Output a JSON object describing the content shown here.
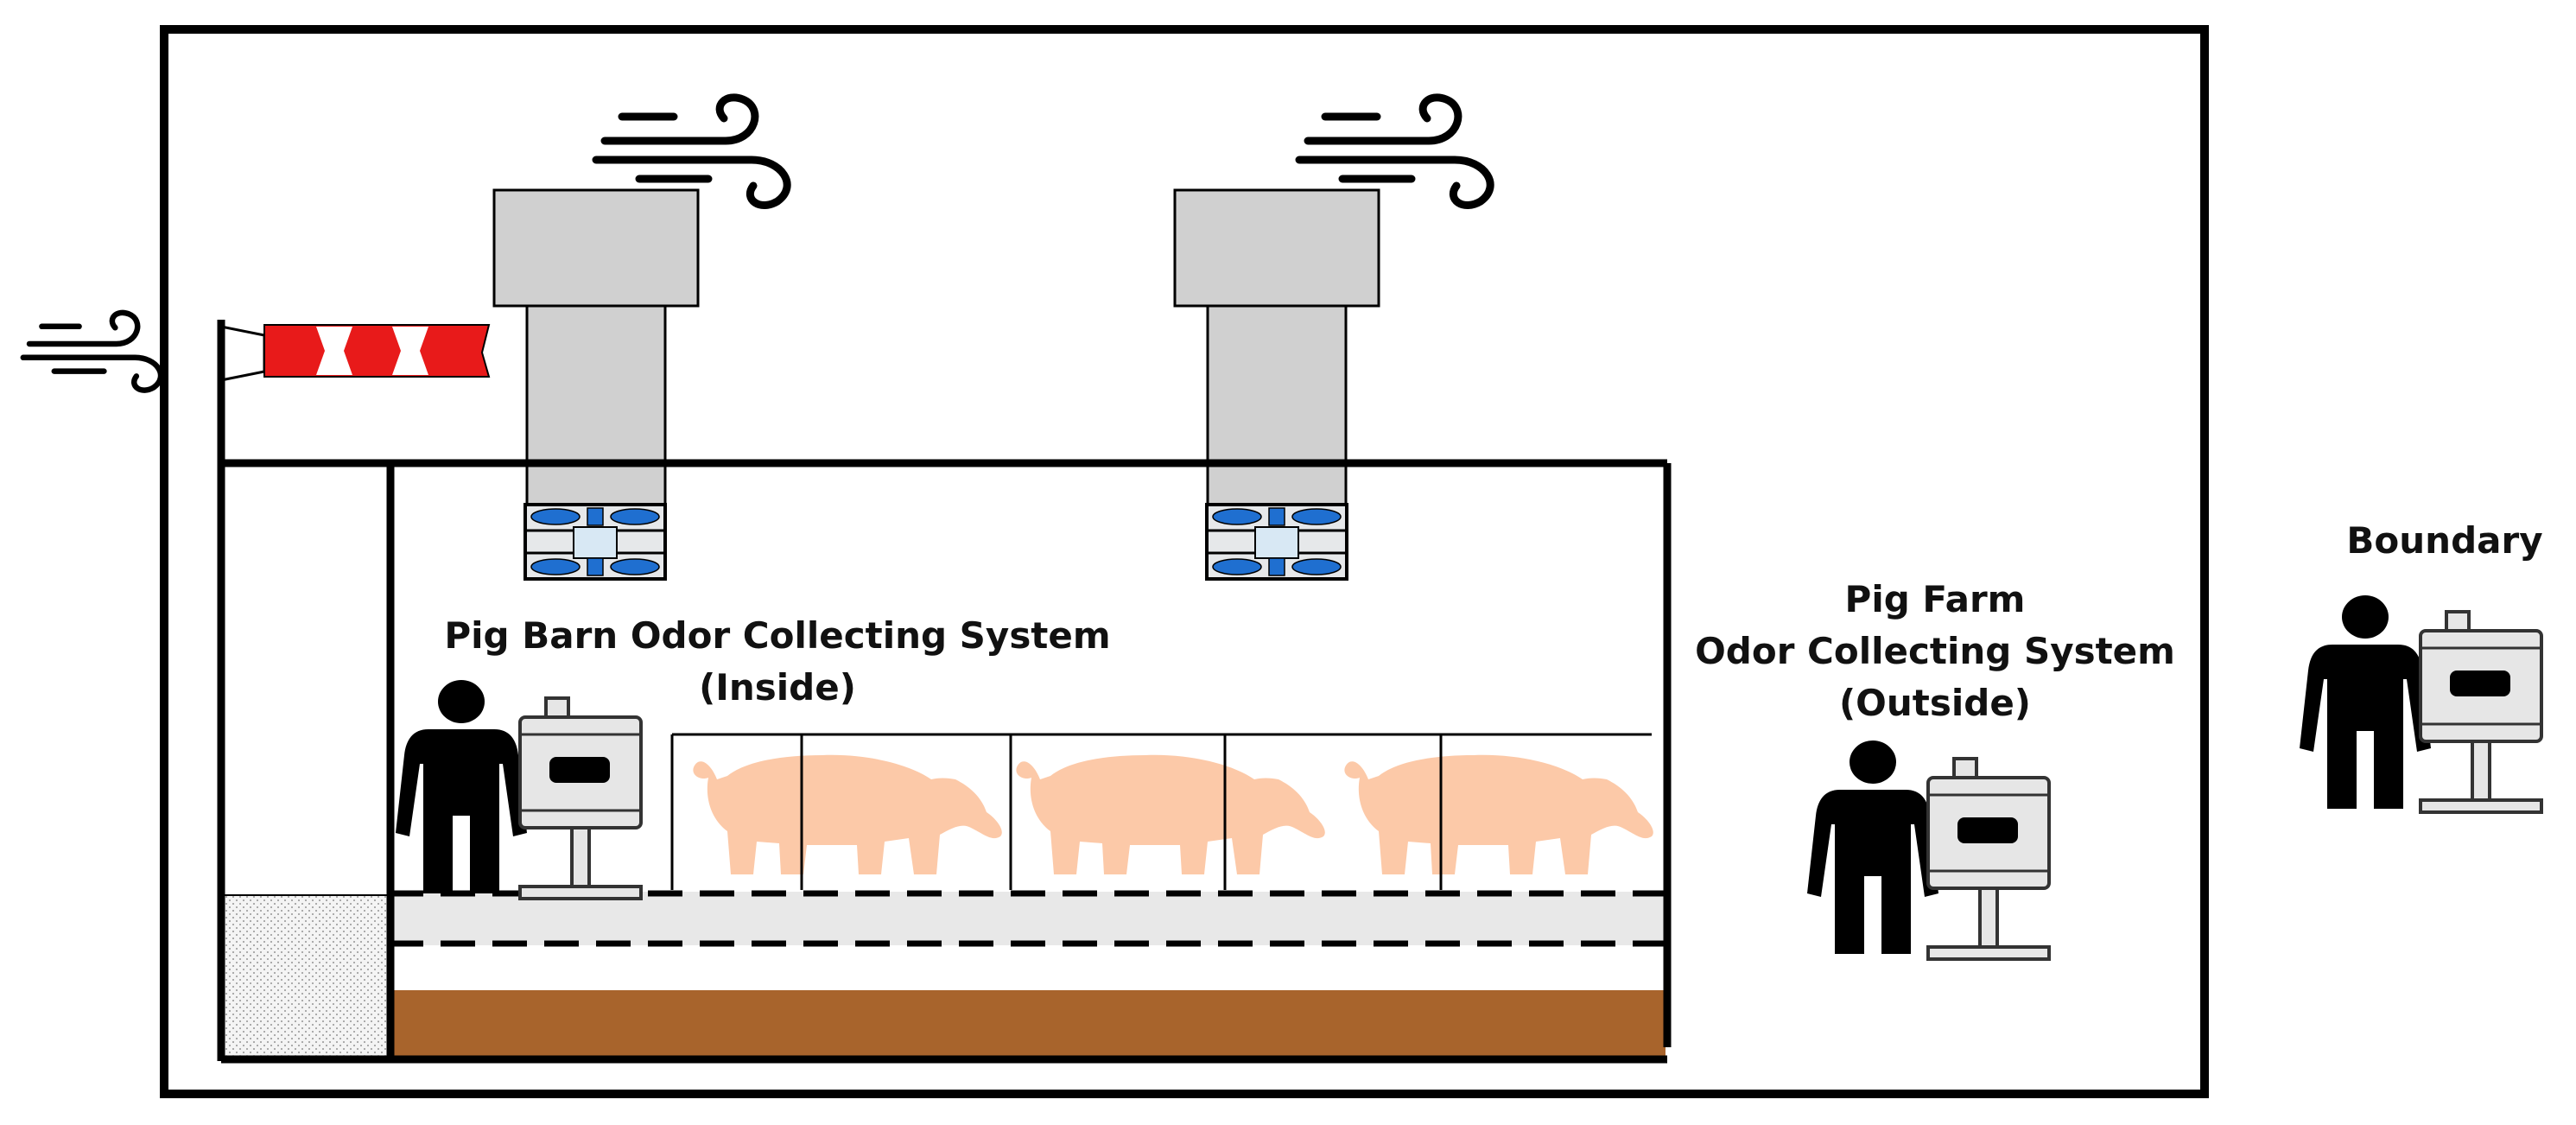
{
  "labels": {
    "inside_line1": "Pig Barn Odor Collecting System",
    "inside_line2": "(Inside)",
    "outside_line1": "Pig Farm",
    "outside_line2": "Odor Collecting System",
    "outside_line3": "(Outside)",
    "boundary": "Boundary"
  },
  "colors": {
    "outline": "#000000",
    "vent_gray": "#d0d0d0",
    "fan_blue": "#1f6fd0",
    "fan_box": "#e6e8ea",
    "windsock_red": "#e81a1a",
    "pig": "#fcc9a8",
    "manure": "#a8642c",
    "slat_floor": "#e8e8e8",
    "sampler_body": "#e6e6e6"
  },
  "icons": [
    "wind-icon",
    "windsock-icon",
    "exhaust-fan-icon",
    "pig-icon",
    "person-icon",
    "odor-sampler-icon"
  ]
}
